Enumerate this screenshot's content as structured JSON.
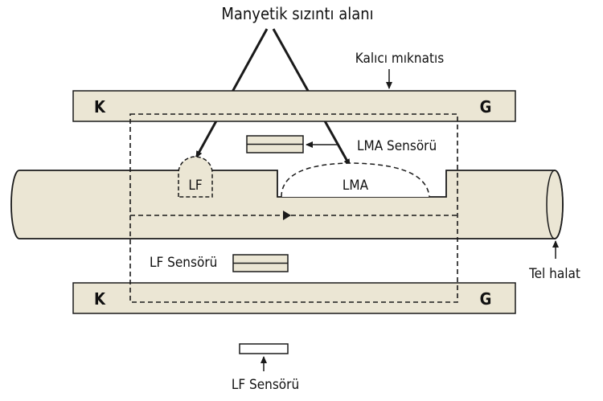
{
  "title": "Manyetik sızıntı alanı",
  "magnet_label": "Kalıcı mıknatıs",
  "pole_left": "K",
  "pole_right": "G",
  "lf_defect": "LF",
  "lma_defect": "LMA",
  "lma_sensor": "LMA Sensörü",
  "lf_sensor_inner": "LF Sensörü",
  "lf_sensor_outer": "LF Sensörü",
  "rope_label": "Tel halat",
  "colors": {
    "fill": "#ebe6d4",
    "stroke": "#1a1a1a"
  }
}
